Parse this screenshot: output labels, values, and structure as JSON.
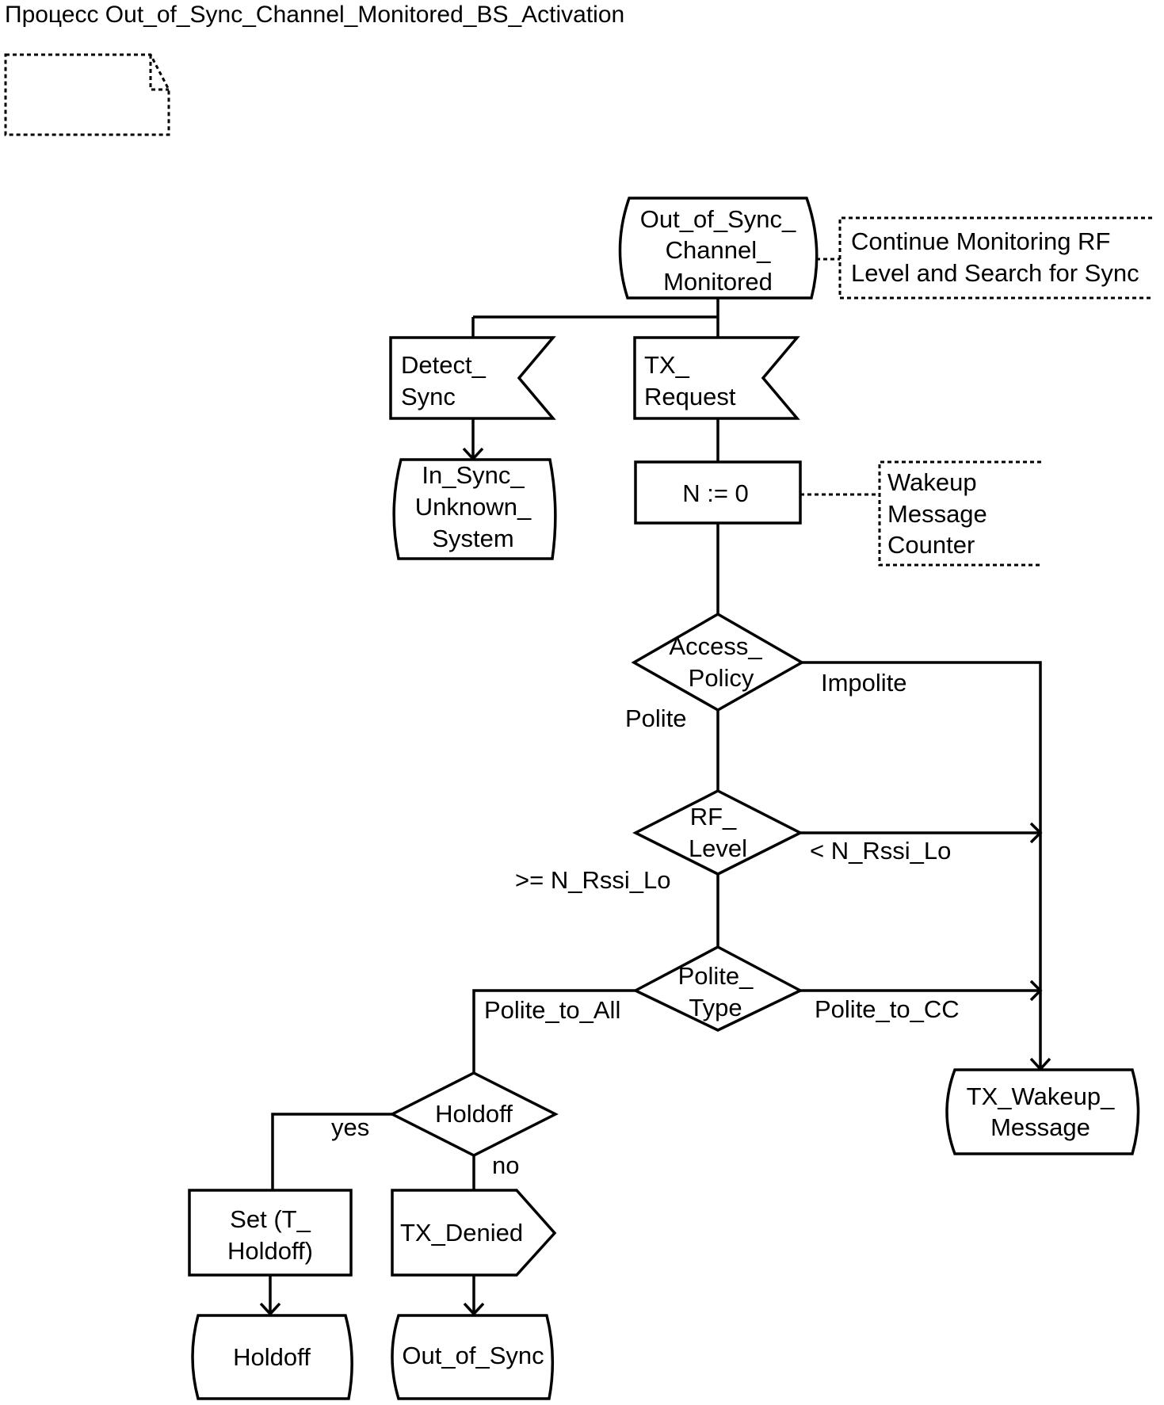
{
  "title": "Процесс Out_of_Sync_Channel_Monitored_BS_Activation",
  "icons": {
    "note": "document-note-icon"
  },
  "colors": {
    "stroke": "#000000",
    "background": "#ffffff"
  },
  "nodes": {
    "start_state": {
      "type": "state",
      "lines": [
        "Out_of_Sync_",
        "Channel_",
        "Monitored"
      ]
    },
    "start_comment": {
      "type": "comment",
      "lines": [
        "Continue Monitoring RF",
        "Level and Search for Sync"
      ]
    },
    "detect_sync": {
      "type": "input-signal",
      "lines": [
        "Detect_",
        "Sync"
      ]
    },
    "tx_request": {
      "type": "input-signal",
      "lines": [
        "TX_",
        "Request"
      ]
    },
    "in_sync_state": {
      "type": "state",
      "lines": [
        "In_Sync_",
        "Unknown_",
        "System"
      ]
    },
    "n_assign": {
      "type": "task",
      "lines": [
        "N := 0"
      ]
    },
    "n_comment": {
      "type": "comment",
      "lines": [
        "Wakeup",
        "Message",
        "Counter"
      ]
    },
    "access_policy": {
      "type": "decision",
      "lines": [
        "Access_",
        "Policy"
      ]
    },
    "rf_level": {
      "type": "decision",
      "lines": [
        "RF_",
        "Level"
      ]
    },
    "polite_type": {
      "type": "decision",
      "lines": [
        "Polite_",
        "Type"
      ]
    },
    "tx_wakeup_state": {
      "type": "state",
      "lines": [
        "TX_Wakeup_",
        "Message"
      ]
    },
    "holdoff_decision": {
      "type": "decision",
      "lines": [
        "Holdoff"
      ]
    },
    "set_timer": {
      "type": "task",
      "lines": [
        "Set (T_",
        "Holdoff)"
      ]
    },
    "tx_denied": {
      "type": "output-signal",
      "lines": [
        "TX_Denied"
      ]
    },
    "holdoff_state": {
      "type": "state",
      "lines": [
        "Holdoff"
      ]
    },
    "out_of_sync_state": {
      "type": "state",
      "lines": [
        "Out_of_Sync"
      ]
    }
  },
  "edge_labels": {
    "impolite": "Impolite",
    "polite": "Polite",
    "lt_rssi": "< N_Rssi_Lo",
    "ge_rssi": ">= N_Rssi_Lo",
    "polite_to_all": "Polite_to_All",
    "polite_to_cc": "Polite_to_CC",
    "yes": "yes",
    "no": "no"
  }
}
